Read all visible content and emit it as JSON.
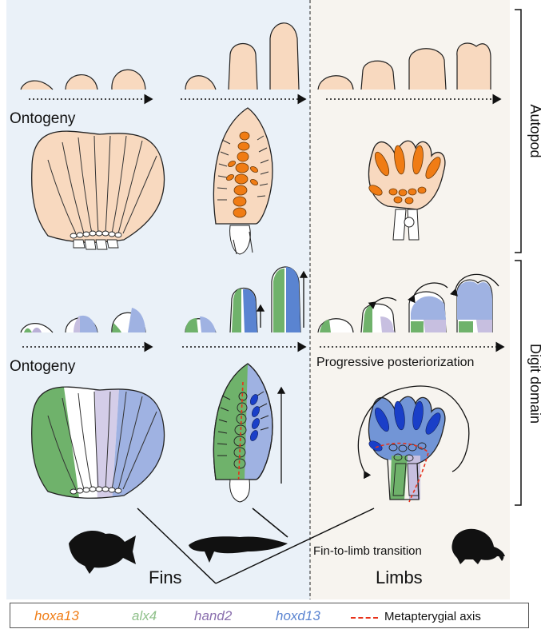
{
  "labels": {
    "ontogeny_top": "Ontogeny",
    "ontogeny_bottom": "Ontogeny",
    "progressive_posteriorization": "Progressive posteriorization",
    "fins": "Fins",
    "limbs": "Limbs",
    "fin_to_limb": "Fin-to-limb transition",
    "autopod": "Autopod",
    "digit_domain": "Digit domain"
  },
  "legend": {
    "hoxa13": "hoxa13",
    "alx4": "alx4",
    "hand2": "hand2",
    "hoxd13": "hoxd13",
    "metapterygial_axis": "Metapterygial axis"
  },
  "colors": {
    "fins_bg": "#eaf1f8",
    "limbs_bg": "#f7f4ef",
    "hoxa13": "#f07c14",
    "autopod_fill": "#f8d9bf",
    "alx4": "#6fb26b",
    "hand2": "#8a6fae",
    "hoxd13": "#5a84d1",
    "axis": "#e8311a",
    "autopod_label": "#f5a45a",
    "digit_label": "#1a1ae0",
    "transition_label": "#9a9a9a"
  }
}
